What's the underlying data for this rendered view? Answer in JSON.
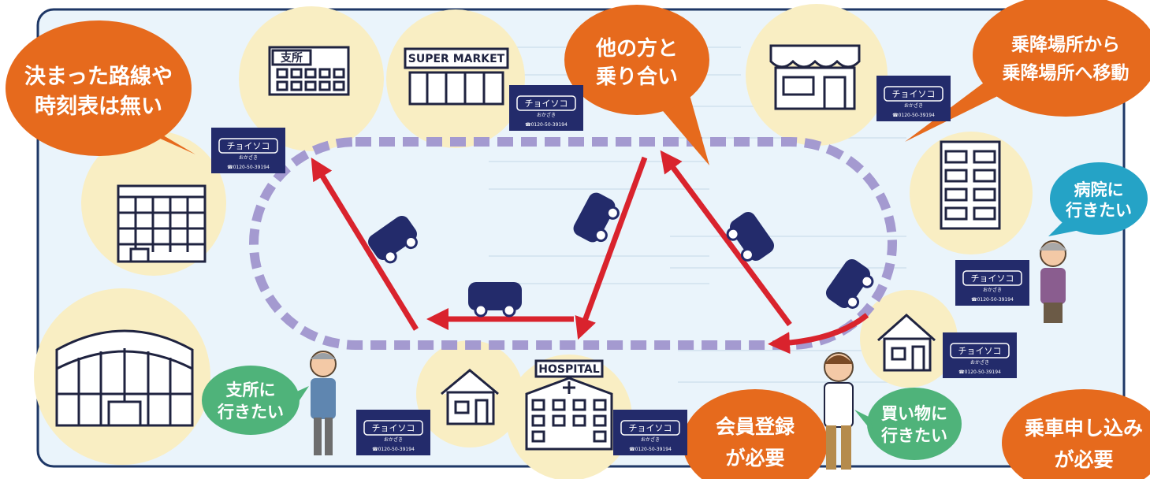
{
  "callouts": {
    "no_route": [
      "決まった路線や",
      "時刻表は無い"
    ],
    "share_ride": [
      "他の方と",
      "乗り合い"
    ],
    "stop_to_stop": [
      "乗降場所から",
      "乗降場所へ移動"
    ],
    "membership": [
      "会員登録",
      "が必要"
    ],
    "reservation": [
      "乗車申し込み",
      "が必要"
    ]
  },
  "speech": {
    "hospital": [
      "病院に",
      "行きたい"
    ],
    "branch": [
      "支所に",
      "行きたい"
    ],
    "shopping": [
      "買い物に",
      "行きたい"
    ]
  },
  "signs": {
    "branch_office": "支所",
    "supermarket": "SUPER MARKET",
    "hospital": "HOSPITAL"
  },
  "card": {
    "brand": "チョイソコ",
    "sub": "おかざき",
    "phone": "☎0120-50-39194"
  },
  "colors": {
    "orange": "#e66a1d",
    "teal": "#25a3c6",
    "green": "#4fb37a",
    "navy": "#232b6b",
    "red": "#d9232d",
    "route": "#a49ad0",
    "panel": "#eaf4fb",
    "circle": "#f9eec3"
  }
}
